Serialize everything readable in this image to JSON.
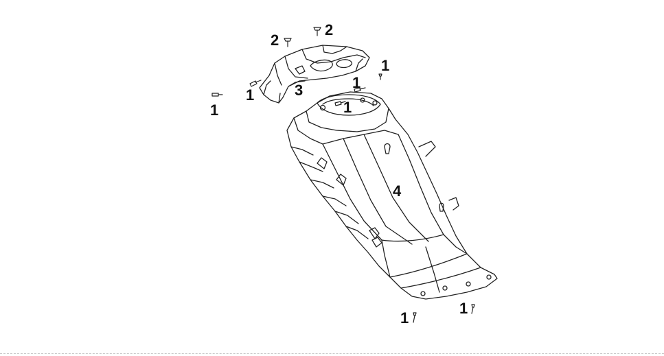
{
  "diagram": {
    "callouts": [
      {
        "label": "1"
      },
      {
        "label": "1"
      },
      {
        "label": "1"
      },
      {
        "label": "1"
      },
      {
        "label": "1"
      },
      {
        "label": "1"
      },
      {
        "label": "1"
      },
      {
        "label": "2"
      },
      {
        "label": "2"
      },
      {
        "label": "3"
      },
      {
        "label": "4"
      }
    ]
  }
}
